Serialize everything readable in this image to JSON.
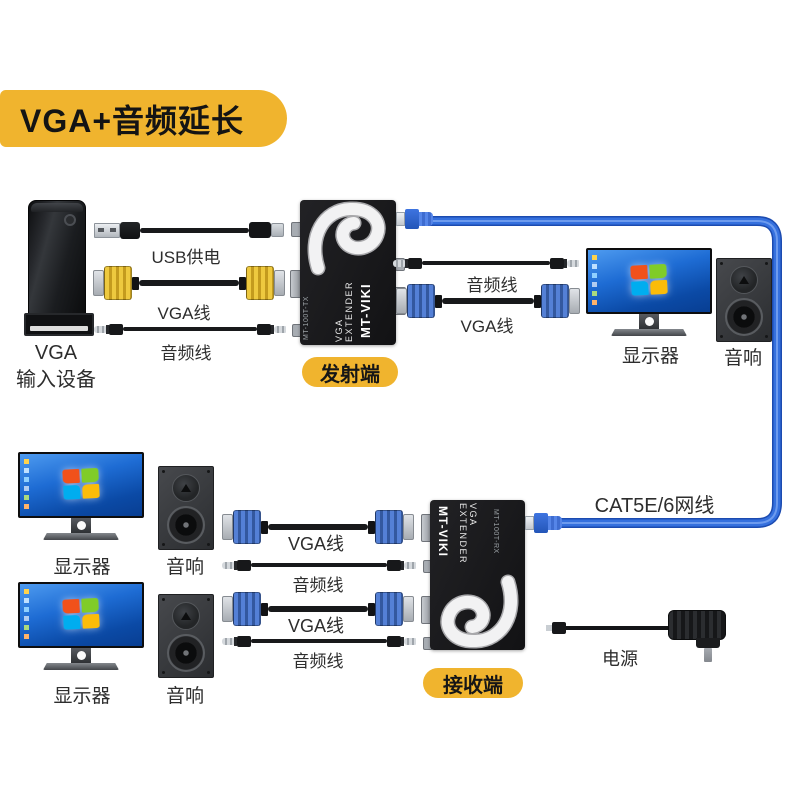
{
  "banner": {
    "title": "VGA+音频延长"
  },
  "palette": {
    "accent_yellow": "#F0B42E",
    "cable_blue": "#2E6BD9",
    "vga_yellow": "#E9C437",
    "vga_blue": "#4677CE"
  },
  "top": {
    "source_device": {
      "lines": [
        "VGA",
        "输入设备"
      ]
    },
    "left_cables": [
      {
        "kind": "usb",
        "label": "USB供电"
      },
      {
        "kind": "vga",
        "label": "VGA线"
      },
      {
        "kind": "audio",
        "label": "音频线"
      }
    ],
    "transmitter": {
      "brand": "MT-VIKI",
      "product": "VGA EXTENDER",
      "model": "MT-100T-TX",
      "badge": "发射端"
    },
    "right_cables": [
      {
        "kind": "audio",
        "label": "音频线"
      },
      {
        "kind": "vga",
        "label": "VGA线"
      }
    ],
    "monitor_label": "显示器",
    "speaker_label": "音响"
  },
  "network": {
    "label": "CAT5E/6网线"
  },
  "bottom": {
    "displays": [
      {
        "monitor_label": "显示器",
        "speaker_label": "音响"
      },
      {
        "monitor_label": "显示器",
        "speaker_label": "音响"
      }
    ],
    "cables": [
      {
        "kind": "vga",
        "label": "VGA线"
      },
      {
        "kind": "audio",
        "label": "音频线"
      },
      {
        "kind": "vga",
        "label": "VGA线"
      },
      {
        "kind": "audio",
        "label": "音频线"
      }
    ],
    "receiver": {
      "brand": "MT-VIKI",
      "product": "VGA EXTENDER",
      "model": "MT-100T-RX",
      "badge": "接收端"
    },
    "power": {
      "label": "电源"
    }
  }
}
